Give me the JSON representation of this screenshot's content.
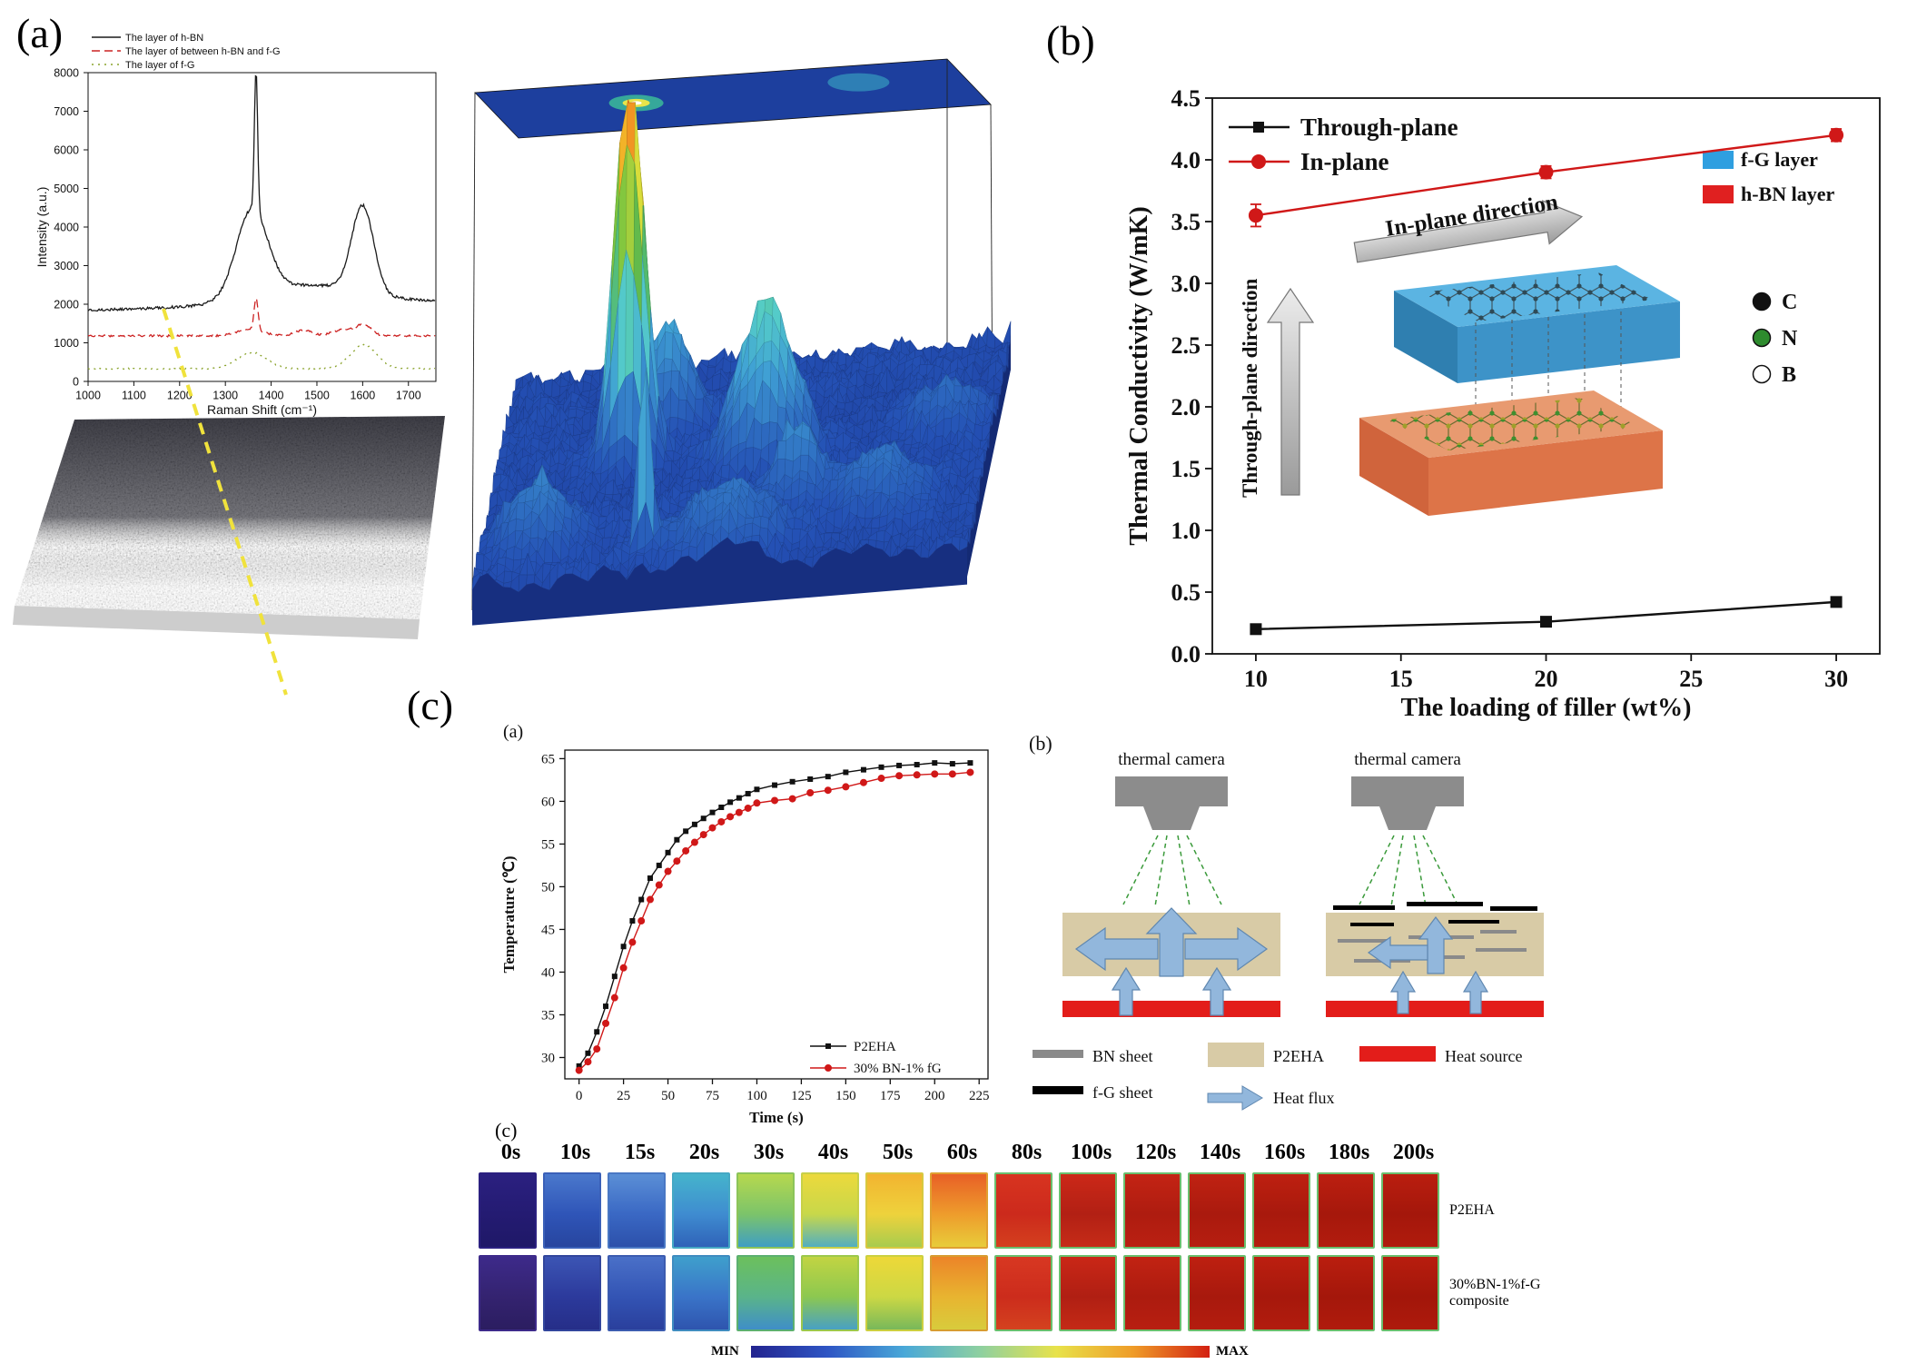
{
  "figure": {
    "panel_a_label": "(a)",
    "panel_b_label": "(b)",
    "panel_c_label": "(c)",
    "sub_a_label": "(a)",
    "sub_b_label": "(b)",
    "sub_c_label": "(c)"
  },
  "chart_data": [
    {
      "type": "line",
      "name": "raman-spectra",
      "xlabel": "Raman Shift (cm⁻¹)",
      "ylabel": "Intensity (a.u.)",
      "xlim": [
        1000,
        1760
      ],
      "ylim": [
        0,
        8000
      ],
      "xticks": [
        1000,
        1100,
        1200,
        1300,
        1400,
        1500,
        1600,
        1700
      ],
      "yticks": [
        0,
        1000,
        2000,
        3000,
        4000,
        5000,
        6000,
        7000,
        8000
      ],
      "series": [
        {
          "name": "The layer of h-BN",
          "color": "#1a1a1a",
          "dash": "",
          "baseline": 1850,
          "slope": 0.3,
          "noise": 35,
          "peaks": [
            {
              "c": 1358,
              "w": 48,
              "a": 2250
            },
            {
              "c": 1367,
              "w": 5,
              "a": 3600
            },
            {
              "c": 1480,
              "w": 160,
              "a": 500
            },
            {
              "c": 1600,
              "w": 34,
              "a": 2250
            }
          ]
        },
        {
          "name": "The layer of between h-BN and f-G",
          "color": "#cc2222",
          "dash": "9 5",
          "baseline": 1180,
          "slope": 0,
          "noise": 25,
          "peaks": [
            {
              "c": 1367,
              "w": 6,
              "a": 830
            },
            {
              "c": 1355,
              "w": 40,
              "a": 170
            },
            {
              "c": 1470,
              "w": 25,
              "a": 150
            },
            {
              "c": 1560,
              "w": 35,
              "a": 170
            },
            {
              "c": 1604,
              "w": 22,
              "a": 270
            }
          ]
        },
        {
          "name": "The layer of f-G",
          "color": "#8aa32c",
          "dash": "2 5",
          "baseline": 330,
          "slope": 0,
          "noise": 16,
          "peaks": [
            {
              "c": 1358,
              "w": 45,
              "a": 420
            },
            {
              "c": 1602,
              "w": 40,
              "a": 620
            }
          ]
        }
      ]
    },
    {
      "type": "line",
      "name": "thermal-conductivity",
      "xlabel": "The loading of filler (wt%)",
      "ylabel": "Thermal Conductivity (W/mK)",
      "xlim": [
        8.5,
        31.5
      ],
      "ylim": [
        0,
        4.5
      ],
      "xticks": [
        10,
        15,
        20,
        25,
        30
      ],
      "yticks": [
        0,
        0.5,
        1,
        1.5,
        2,
        2.5,
        3,
        3.5,
        4,
        4.5
      ],
      "series": [
        {
          "name": "Through-plane",
          "color": "#111111",
          "marker": "square",
          "x": [
            10,
            20,
            30
          ],
          "y": [
            0.2,
            0.26,
            0.42
          ]
        },
        {
          "name": "In-plane",
          "color": "#d01818",
          "marker": "circle",
          "x": [
            10,
            20,
            30
          ],
          "y": [
            3.55,
            3.9,
            4.2
          ],
          "yerr": [
            0.09,
            0.05,
            0.05
          ]
        }
      ],
      "inset": {
        "in_plane_arrow_label": "In-plane direction",
        "through_plane_arrow_label": "Through-plane direction",
        "layers": [
          {
            "label": "f-G layer",
            "color": "#2f9fe0"
          },
          {
            "label": "h-BN layer",
            "color": "#e02020"
          }
        ],
        "atoms": [
          {
            "label": "C",
            "fill": "#111111"
          },
          {
            "label": "N",
            "fill": "#2e8b2e"
          },
          {
            "label": "B",
            "fill": "#ffffff"
          }
        ],
        "box_colors": {
          "fg_top": "#5bb4e2",
          "fg_front": "#3d93c8",
          "fg_side": "#2f7fb0",
          "bn_top": "#e89a70",
          "bn_front": "#dd7448",
          "bn_side": "#d0643c"
        }
      }
    },
    {
      "type": "line",
      "name": "heating-curves",
      "xlabel": "Time (s)",
      "ylabel": "Temperature (℃)",
      "xlim": [
        -8,
        230
      ],
      "ylim": [
        27.5,
        66
      ],
      "xticks": [
        0,
        25,
        50,
        75,
        100,
        125,
        150,
        175,
        200,
        225
      ],
      "yticks": [
        30,
        35,
        40,
        45,
        50,
        55,
        60,
        65
      ],
      "series": [
        {
          "name": "P2EHA",
          "color": "#111111",
          "marker": "square",
          "x": [
            0,
            5,
            10,
            15,
            20,
            25,
            30,
            35,
            40,
            45,
            50,
            55,
            60,
            65,
            70,
            75,
            80,
            85,
            90,
            95,
            100,
            110,
            120,
            130,
            140,
            150,
            160,
            170,
            180,
            190,
            200,
            210,
            220
          ],
          "y": [
            29,
            30.5,
            33,
            36,
            39.5,
            43,
            46,
            48.5,
            51,
            52.5,
            54,
            55.5,
            56.5,
            57.3,
            58,
            58.7,
            59.3,
            59.9,
            60.4,
            60.9,
            61.4,
            61.9,
            62.3,
            62.6,
            62.9,
            63.4,
            63.7,
            64,
            64.2,
            64.3,
            64.5,
            64.4,
            64.5
          ]
        },
        {
          "name": "30% BN-1% fG",
          "color": "#d01818",
          "marker": "circle",
          "x": [
            0,
            5,
            10,
            15,
            20,
            25,
            30,
            35,
            40,
            45,
            50,
            55,
            60,
            65,
            70,
            75,
            80,
            85,
            90,
            95,
            100,
            110,
            120,
            130,
            140,
            150,
            160,
            170,
            180,
            190,
            200,
            210,
            220
          ],
          "y": [
            28.5,
            29.5,
            31,
            34,
            37,
            40.5,
            43.5,
            46,
            48.5,
            50.2,
            51.8,
            53,
            54.2,
            55.2,
            56.1,
            56.9,
            57.6,
            58.2,
            58.7,
            59.2,
            59.8,
            60.1,
            60.3,
            61,
            61.3,
            61.7,
            62.2,
            62.7,
            63,
            63.1,
            63.2,
            63.2,
            63.4
          ]
        }
      ]
    }
  ],
  "surface3d": {
    "top_plane_color": "#1d3f9e",
    "colormap": [
      [
        0,
        "#1c3a97"
      ],
      [
        0.1,
        "#2450b4"
      ],
      [
        0.2,
        "#2f6fc2"
      ],
      [
        0.32,
        "#3f9fd4"
      ],
      [
        0.45,
        "#55cdc9"
      ],
      [
        0.58,
        "#53b453"
      ],
      [
        0.7,
        "#7ec63f"
      ],
      [
        0.8,
        "#d9dd3a"
      ],
      [
        0.9,
        "#f4af26"
      ],
      [
        1,
        "#ec6a1e"
      ]
    ],
    "base_level": 0.055,
    "noise_amp": 0.05,
    "peaks": [
      {
        "u": 0.27,
        "v": 0.55,
        "s": 0.03,
        "h": 1.02
      },
      {
        "u": 0.55,
        "v": 0.52,
        "s": 0.055,
        "h": 0.4
      },
      {
        "u": 0.33,
        "v": 0.72,
        "s": 0.05,
        "h": 0.24
      },
      {
        "u": 0.12,
        "v": 0.18,
        "s": 0.06,
        "h": 0.16
      },
      {
        "u": 0.5,
        "v": 0.12,
        "s": 0.08,
        "h": 0.14
      },
      {
        "u": 0.8,
        "v": 0.25,
        "s": 0.07,
        "h": 0.12
      },
      {
        "u": 0.9,
        "v": 0.6,
        "s": 0.06,
        "h": 0.1
      },
      {
        "u": 0.34,
        "v": 0.1,
        "s": 0.012,
        "h": 0.55
      },
      {
        "u": 0.63,
        "v": 0.3,
        "s": 0.04,
        "h": 0.18
      }
    ],
    "spots": [
      {
        "p": 0.3,
        "q": 0.45,
        "rx": 30,
        "ry": 9,
        "color": "#36a89a",
        "core": "#e8e44a"
      },
      {
        "p": 0.78,
        "q": 0.35,
        "rx": 34,
        "ry": 10,
        "color": "#2e7fb5",
        "core": ""
      }
    ]
  },
  "schematic": {
    "camera_label": "thermal camera",
    "legend": [
      {
        "label": "BN sheet"
      },
      {
        "label": "P2EHA"
      },
      {
        "label": "Heat source"
      },
      {
        "label": "f-G sheet"
      },
      {
        "label": "Heat flux"
      }
    ],
    "colors": {
      "bn": "#8a8a8a",
      "p2eha": "#d8cba6",
      "heat": "#e31d1a",
      "fg": "#000000",
      "flux": "#92b7dc",
      "camera": "#8c8c8c",
      "rays": "#3a9a3a"
    }
  },
  "thermal_sequence": {
    "times": [
      "0s",
      "10s",
      "15s",
      "20s",
      "30s",
      "40s",
      "50s",
      "60s",
      "80s",
      "100s",
      "120s",
      "140s",
      "160s",
      "180s",
      "200s"
    ],
    "min_label": "MIN",
    "max_label": "MAX",
    "colorbar": [
      "#23248f",
      "#2e55c4",
      "#49a8d8",
      "#8ed0a0",
      "#e8e24a",
      "#ef9c28",
      "#d32011"
    ],
    "rows": [
      {
        "label_lines": [
          "P2EHA"
        ],
        "cells": [
          {
            "g": [
              "#2b2080",
              "#241b72",
              "#1f1867"
            ],
            "edge": "#2b2080"
          },
          {
            "g": [
              "#4a78cc",
              "#2f55b8",
              "#27459e"
            ],
            "edge": "#3a60b8"
          },
          {
            "g": [
              "#5b8fd6",
              "#3a68c4",
              "#2c50aa"
            ],
            "edge": "#4a78c4"
          },
          {
            "g": [
              "#45b4cc",
              "#3f8cd0",
              "#2f62b8"
            ],
            "edge": "#45a8c4"
          },
          {
            "g": [
              "#b6d84e",
              "#7cc46a",
              "#3f9ec4"
            ],
            "edge": "#8cc45a"
          },
          {
            "g": [
              "#ecd93c",
              "#c8d84a",
              "#52aec0"
            ],
            "edge": "#c8d048"
          },
          {
            "g": [
              "#f2b430",
              "#eed23c",
              "#a8cc4e"
            ],
            "edge": "#d8c840"
          },
          {
            "g": [
              "#e86026",
              "#ee9c2c",
              "#e8cc3a"
            ],
            "edge": "#e0a030"
          },
          {
            "g": [
              "#d83420",
              "#cc2a1c",
              "#d4401e"
            ],
            "edge": "#6abf6e"
          },
          {
            "g": [
              "#cc2818",
              "#b22014",
              "#c62c18"
            ],
            "edge": "#6abf6e"
          },
          {
            "g": [
              "#c42414",
              "#ae1c10",
              "#ba2012"
            ],
            "edge": "#6abf6e"
          },
          {
            "g": [
              "#c02212",
              "#aa1a0e",
              "#b61e10"
            ],
            "edge": "#6abf6e"
          },
          {
            "g": [
              "#be2010",
              "#a8190d",
              "#b41d0f"
            ],
            "edge": "#6abf6e"
          },
          {
            "g": [
              "#bc1f10",
              "#a6180c",
              "#b21c0e"
            ],
            "edge": "#6abf6e"
          },
          {
            "g": [
              "#ba1e0f",
              "#a4170b",
              "#b01b0d"
            ],
            "edge": "#6abf6e"
          }
        ]
      },
      {
        "label_lines": [
          "30%BN-1%f-G",
          "composite"
        ],
        "cells": [
          {
            "g": [
              "#3d2a8a",
              "#342370",
              "#2b1d60"
            ],
            "edge": "#3d2a8a"
          },
          {
            "g": [
              "#3c55b4",
              "#2c3a9c",
              "#262e88"
            ],
            "edge": "#32469c"
          },
          {
            "g": [
              "#4a70c8",
              "#3354b4",
              "#2a3f9c"
            ],
            "edge": "#3c5cb0"
          },
          {
            "g": [
              "#3fa0cc",
              "#3a74c8",
              "#2e54ae"
            ],
            "edge": "#3f8cc0"
          },
          {
            "g": [
              "#6cc05c",
              "#5ab48a",
              "#3f8ec8"
            ],
            "edge": "#5cb070"
          },
          {
            "g": [
              "#c2d442",
              "#8cc850",
              "#48a0c4"
            ],
            "edge": "#9cc84c"
          },
          {
            "g": [
              "#eed838",
              "#ccd844",
              "#78b85a"
            ],
            "edge": "#ccd040"
          },
          {
            "g": [
              "#ec8428",
              "#e8b430",
              "#d8cc3c"
            ],
            "edge": "#d89c30"
          },
          {
            "g": [
              "#d83822",
              "#cc2c1c",
              "#d4421f"
            ],
            "edge": "#6abf6e"
          },
          {
            "g": [
              "#ca2717",
              "#b01f13",
              "#c42a16"
            ],
            "edge": "#6abf6e"
          },
          {
            "g": [
              "#c22313",
              "#ac1b0f",
              "#b81f11"
            ],
            "edge": "#6abf6e"
          },
          {
            "g": [
              "#be2011",
              "#a8190d",
              "#b41d0f"
            ],
            "edge": "#6abf6e"
          },
          {
            "g": [
              "#bc1f10",
              "#a6180c",
              "#b21c0e"
            ],
            "edge": "#6abf6e"
          },
          {
            "g": [
              "#ba1e0f",
              "#a4170b",
              "#b01b0d"
            ],
            "edge": "#6abf6e"
          },
          {
            "g": [
              "#b81d0e",
              "#a2160a",
              "#ae1a0c"
            ],
            "edge": "#6abf6e"
          }
        ]
      }
    ]
  }
}
